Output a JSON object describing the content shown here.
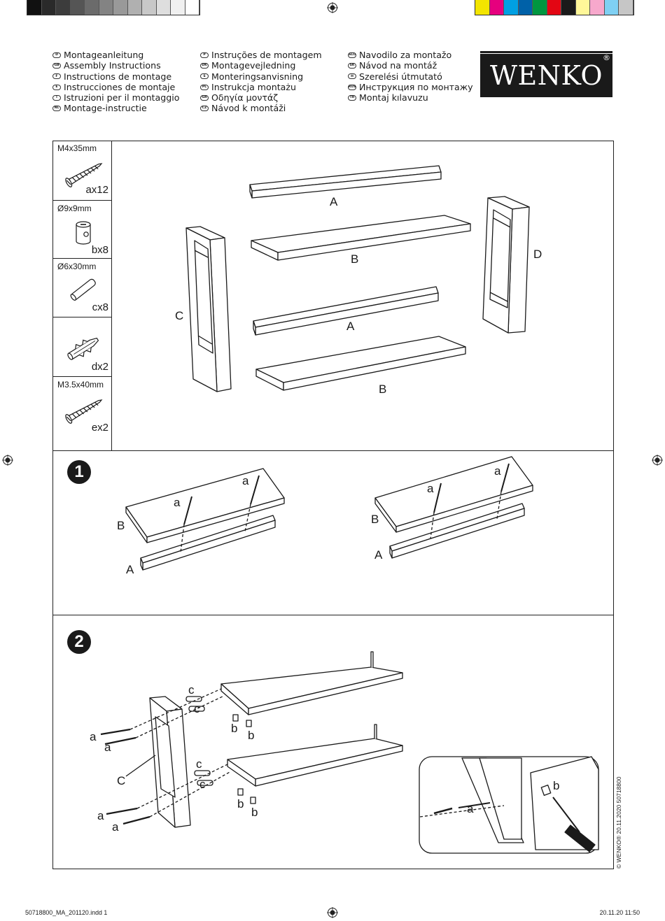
{
  "colors": {
    "greyscale": [
      "#111111",
      "#2a2a2a",
      "#3c3c3c",
      "#555555",
      "#6b6b6b",
      "#838383",
      "#999999",
      "#b0b0b0",
      "#c8c8c8",
      "#dedede",
      "#f0f0f0",
      "#ffffff"
    ],
    "process": [
      "#f3e500",
      "#e6007e",
      "#00a0e3",
      "#0061a8",
      "#009640",
      "#e30613",
      "#1a1a1a",
      "#fff799",
      "#f7a8cc",
      "#7fd0f3",
      "#c6c6c6"
    ]
  },
  "languages": {
    "col1": [
      {
        "code": "D",
        "text": "Montageanleitung"
      },
      {
        "code": "GB",
        "text": "Assembly Instructions"
      },
      {
        "code": "F",
        "text": "Instructions de montage"
      },
      {
        "code": "E",
        "text": "Instrucciones de montaje"
      },
      {
        "code": "I",
        "text": "Istruzioni per il montaggio"
      },
      {
        "code": "NL",
        "text": "Montage-instructie"
      }
    ],
    "col2": [
      {
        "code": "P",
        "text": "Instruções de montagem"
      },
      {
        "code": "DK",
        "text": "Montagevejledning"
      },
      {
        "code": "S",
        "text": "Monteringsanvisning"
      },
      {
        "code": "PL",
        "text": "Instrukcja montażu"
      },
      {
        "code": "GR",
        "text": "Οδηγία μοντάζ"
      },
      {
        "code": "CZ",
        "text": "Návod k montáži"
      }
    ],
    "col3": [
      {
        "code": "SLO",
        "text": "Navodilo za montažo"
      },
      {
        "code": "SK",
        "text": "Návod na montáž"
      },
      {
        "code": "H",
        "text": "Szerelési útmutató"
      },
      {
        "code": "RUS",
        "text": "Инструкция по монтажу"
      },
      {
        "code": "TR",
        "text": "Montaj kılavuzu"
      }
    ]
  },
  "logo": {
    "text": "WENKO",
    "reg": "®"
  },
  "parts": [
    {
      "size": "M4x35mm",
      "qty": "ax12",
      "icon": "screw-icon"
    },
    {
      "size": "Ø9x9mm",
      "qty": "bx8",
      "icon": "cam-nut-icon"
    },
    {
      "size": "Ø6x30mm",
      "qty": "cx8",
      "icon": "dowel-icon"
    },
    {
      "size": "",
      "qty": "dx2",
      "icon": "wall-plug-icon"
    },
    {
      "size": "M3.5x40mm",
      "qty": "ex2",
      "icon": "screw-icon"
    }
  ],
  "overview_labels": {
    "A1": "A",
    "B1": "B",
    "A2": "A",
    "B2": "B",
    "C": "C",
    "D": "D"
  },
  "step1": {
    "number": "1",
    "left": {
      "a1": "a",
      "a2": "a",
      "B": "B",
      "A": "A"
    },
    "right": {
      "a1": "a",
      "a2": "a",
      "B": "B",
      "A": "A"
    }
  },
  "step2": {
    "number": "2",
    "labels": {
      "c1": "c",
      "c2": "c",
      "b1": "b",
      "b2": "b",
      "a1": "a",
      "a2": "a",
      "C": "C",
      "c3": "c",
      "c4": "c",
      "b3": "b",
      "b4": "b",
      "a3": "a",
      "a4": "a"
    },
    "detail": {
      "b": "b",
      "a": "a"
    }
  },
  "copyright": "© WENKO® 20.11.2020 50718800",
  "footer": {
    "file": "50718800_MA_201120.indd   1",
    "date": "20.11.20   11:50"
  }
}
